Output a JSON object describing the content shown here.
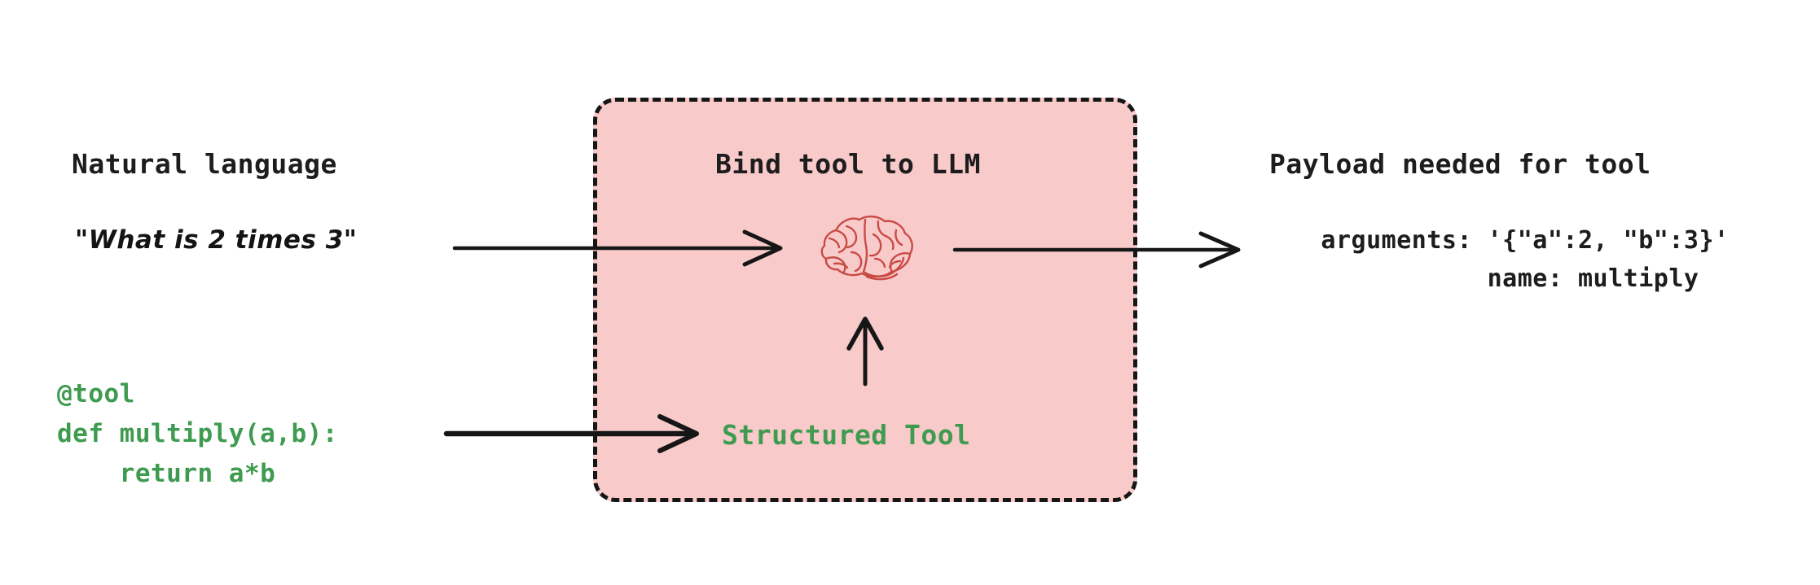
{
  "diagram": {
    "title": "Bind tool to LLM",
    "background": "#ffffff",
    "accent_pink": "#f8cbca",
    "accent_green": "#3e9b4f",
    "accent_red": "#c94a45",
    "ink": "#161616"
  },
  "left": {
    "heading": "Natural language",
    "quote": "\"What is 2 times 3\"",
    "code": {
      "line1": "@tool",
      "line2": "def multiply(a,b):",
      "line3": "    return a*b",
      "all": "@tool\ndef multiply(a,b):\n    return a*b"
    }
  },
  "center": {
    "heading": "Bind tool to LLM",
    "structured_tool_label": "Structured Tool",
    "brain_icon": "brain-icon"
  },
  "right": {
    "heading": "Payload needed for tool",
    "arguments_line": "arguments: '{\"a\":2, \"b\":3}'",
    "name_line": "name: multiply",
    "all": "arguments: '{\"a\":2, \"b\":3}'\n         name: multiply"
  },
  "arrows": {
    "nl_to_llm": "arrow-nl-to-llm",
    "llm_to_payload": "arrow-llm-to-payload",
    "tool_to_structured": "arrow-tool-to-structured",
    "structured_to_llm": "arrow-structured-to-llm"
  }
}
